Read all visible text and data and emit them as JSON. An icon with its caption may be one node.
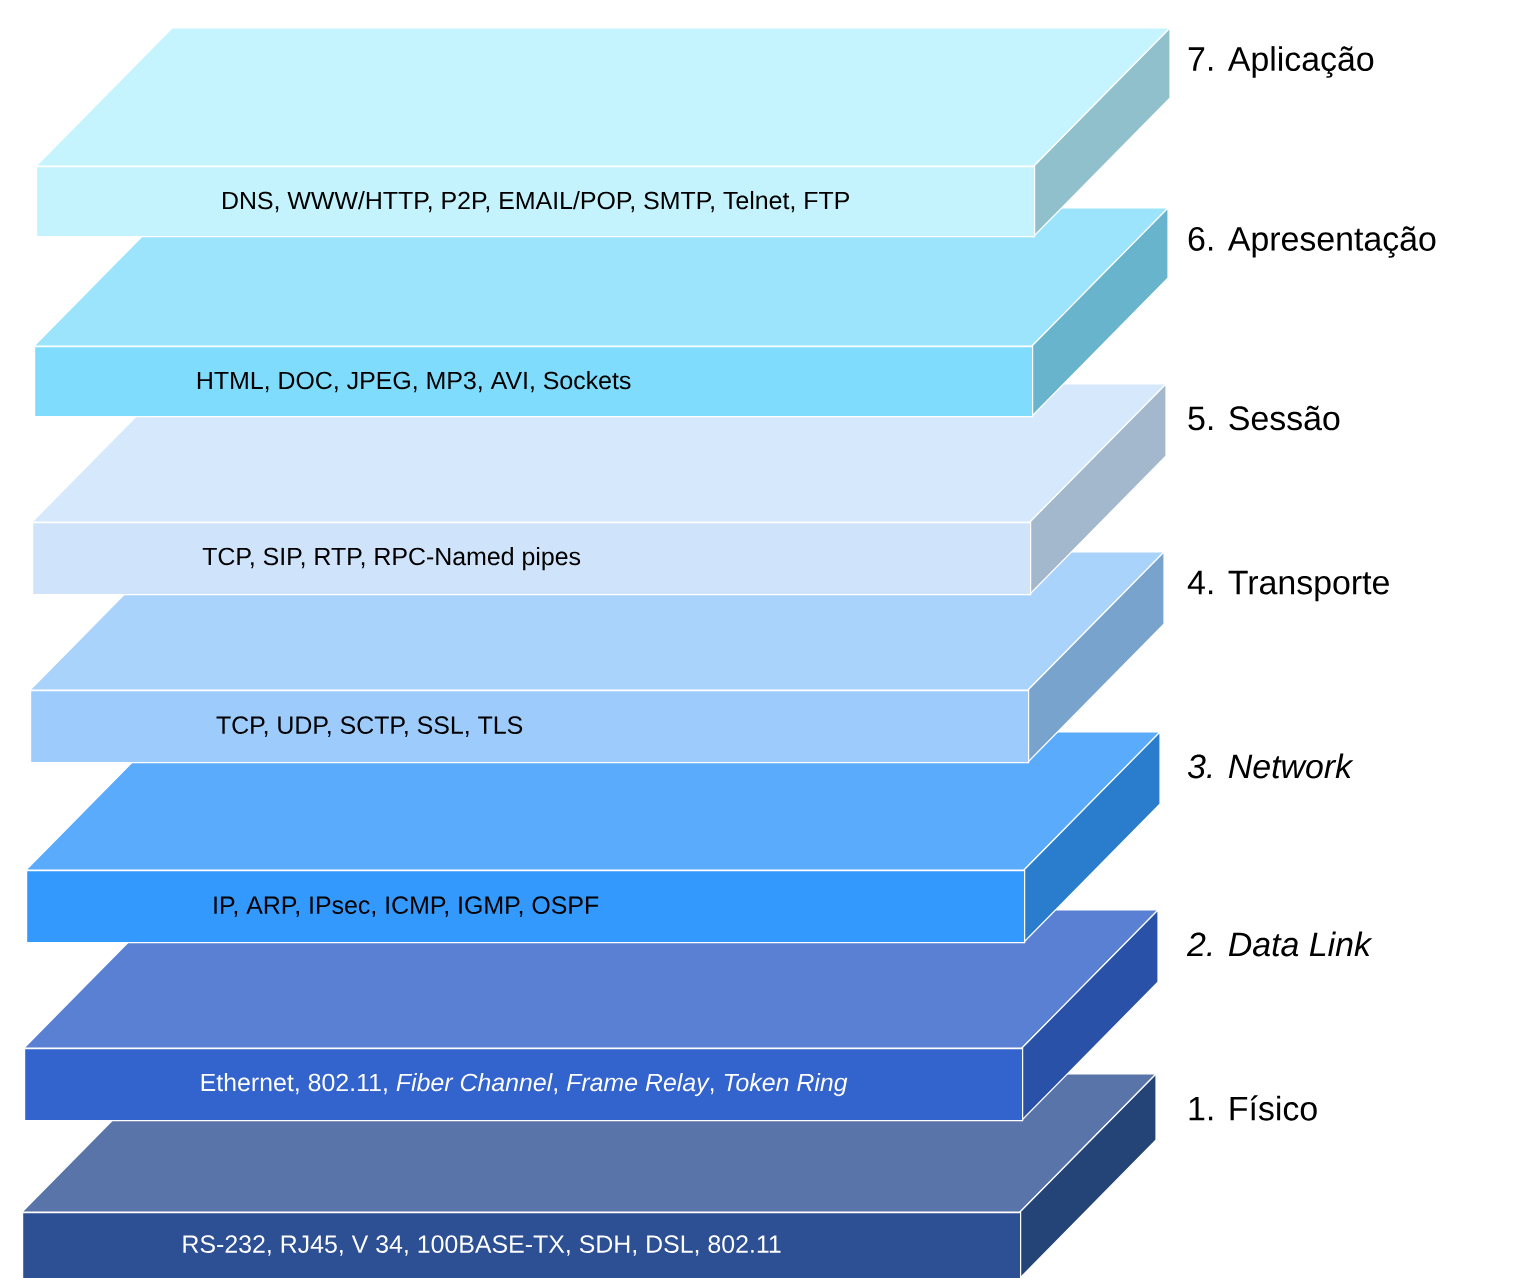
{
  "diagram": {
    "nodes": [
      {
        "text": [
          "DNS, WWW/HTTP, P2P, EMAIL/POP, SMTP, Telnet, FTP"
        ]
      },
      {
        "text": [
          "HTML, DOC, JPEG, MP3, AVI, Sockets"
        ]
      },
      {
        "text": [
          "TCP, SIP, RTP, RPC-Named pipes"
        ]
      },
      {
        "text": [
          "TCP, UDP, SCTP, SSL, TLS"
        ]
      },
      {
        "text": [
          "IP, ARP, IPsec, ICMP, IGMP, OSPF"
        ]
      },
      {
        "text": [
          "Ethernet, 802.11, *Fiber Channel*, *Frame Relay*, *Token Ring*"
        ]
      },
      {
        "text": [
          "RS-232, RJ45, V 34, 100BASE-TX, SDH, DSL, 802.11"
        ]
      }
    ],
    "labels": [
      "7. Aplicação",
      "6. Apresentação",
      "5. Sessão",
      "4. Transporte",
      "3. Network",
      "2. Data Link",
      "1. Físico"
    ]
  }
}
